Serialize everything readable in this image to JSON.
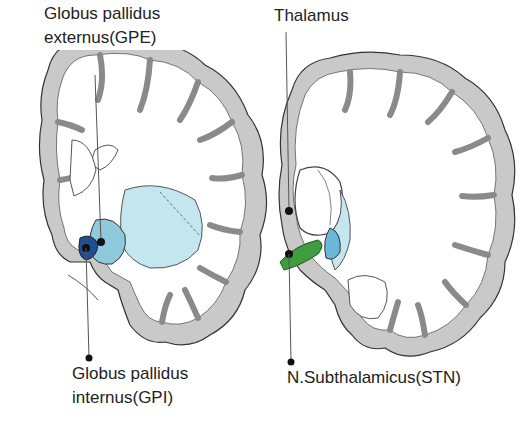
{
  "diagram": {
    "labels": [
      "Globus pallidus externus(GPE)",
      "Thalamus",
      "Globus pallidus internus(GPI)",
      "N.Subthalamicus(STN)"
    ]
  }
}
